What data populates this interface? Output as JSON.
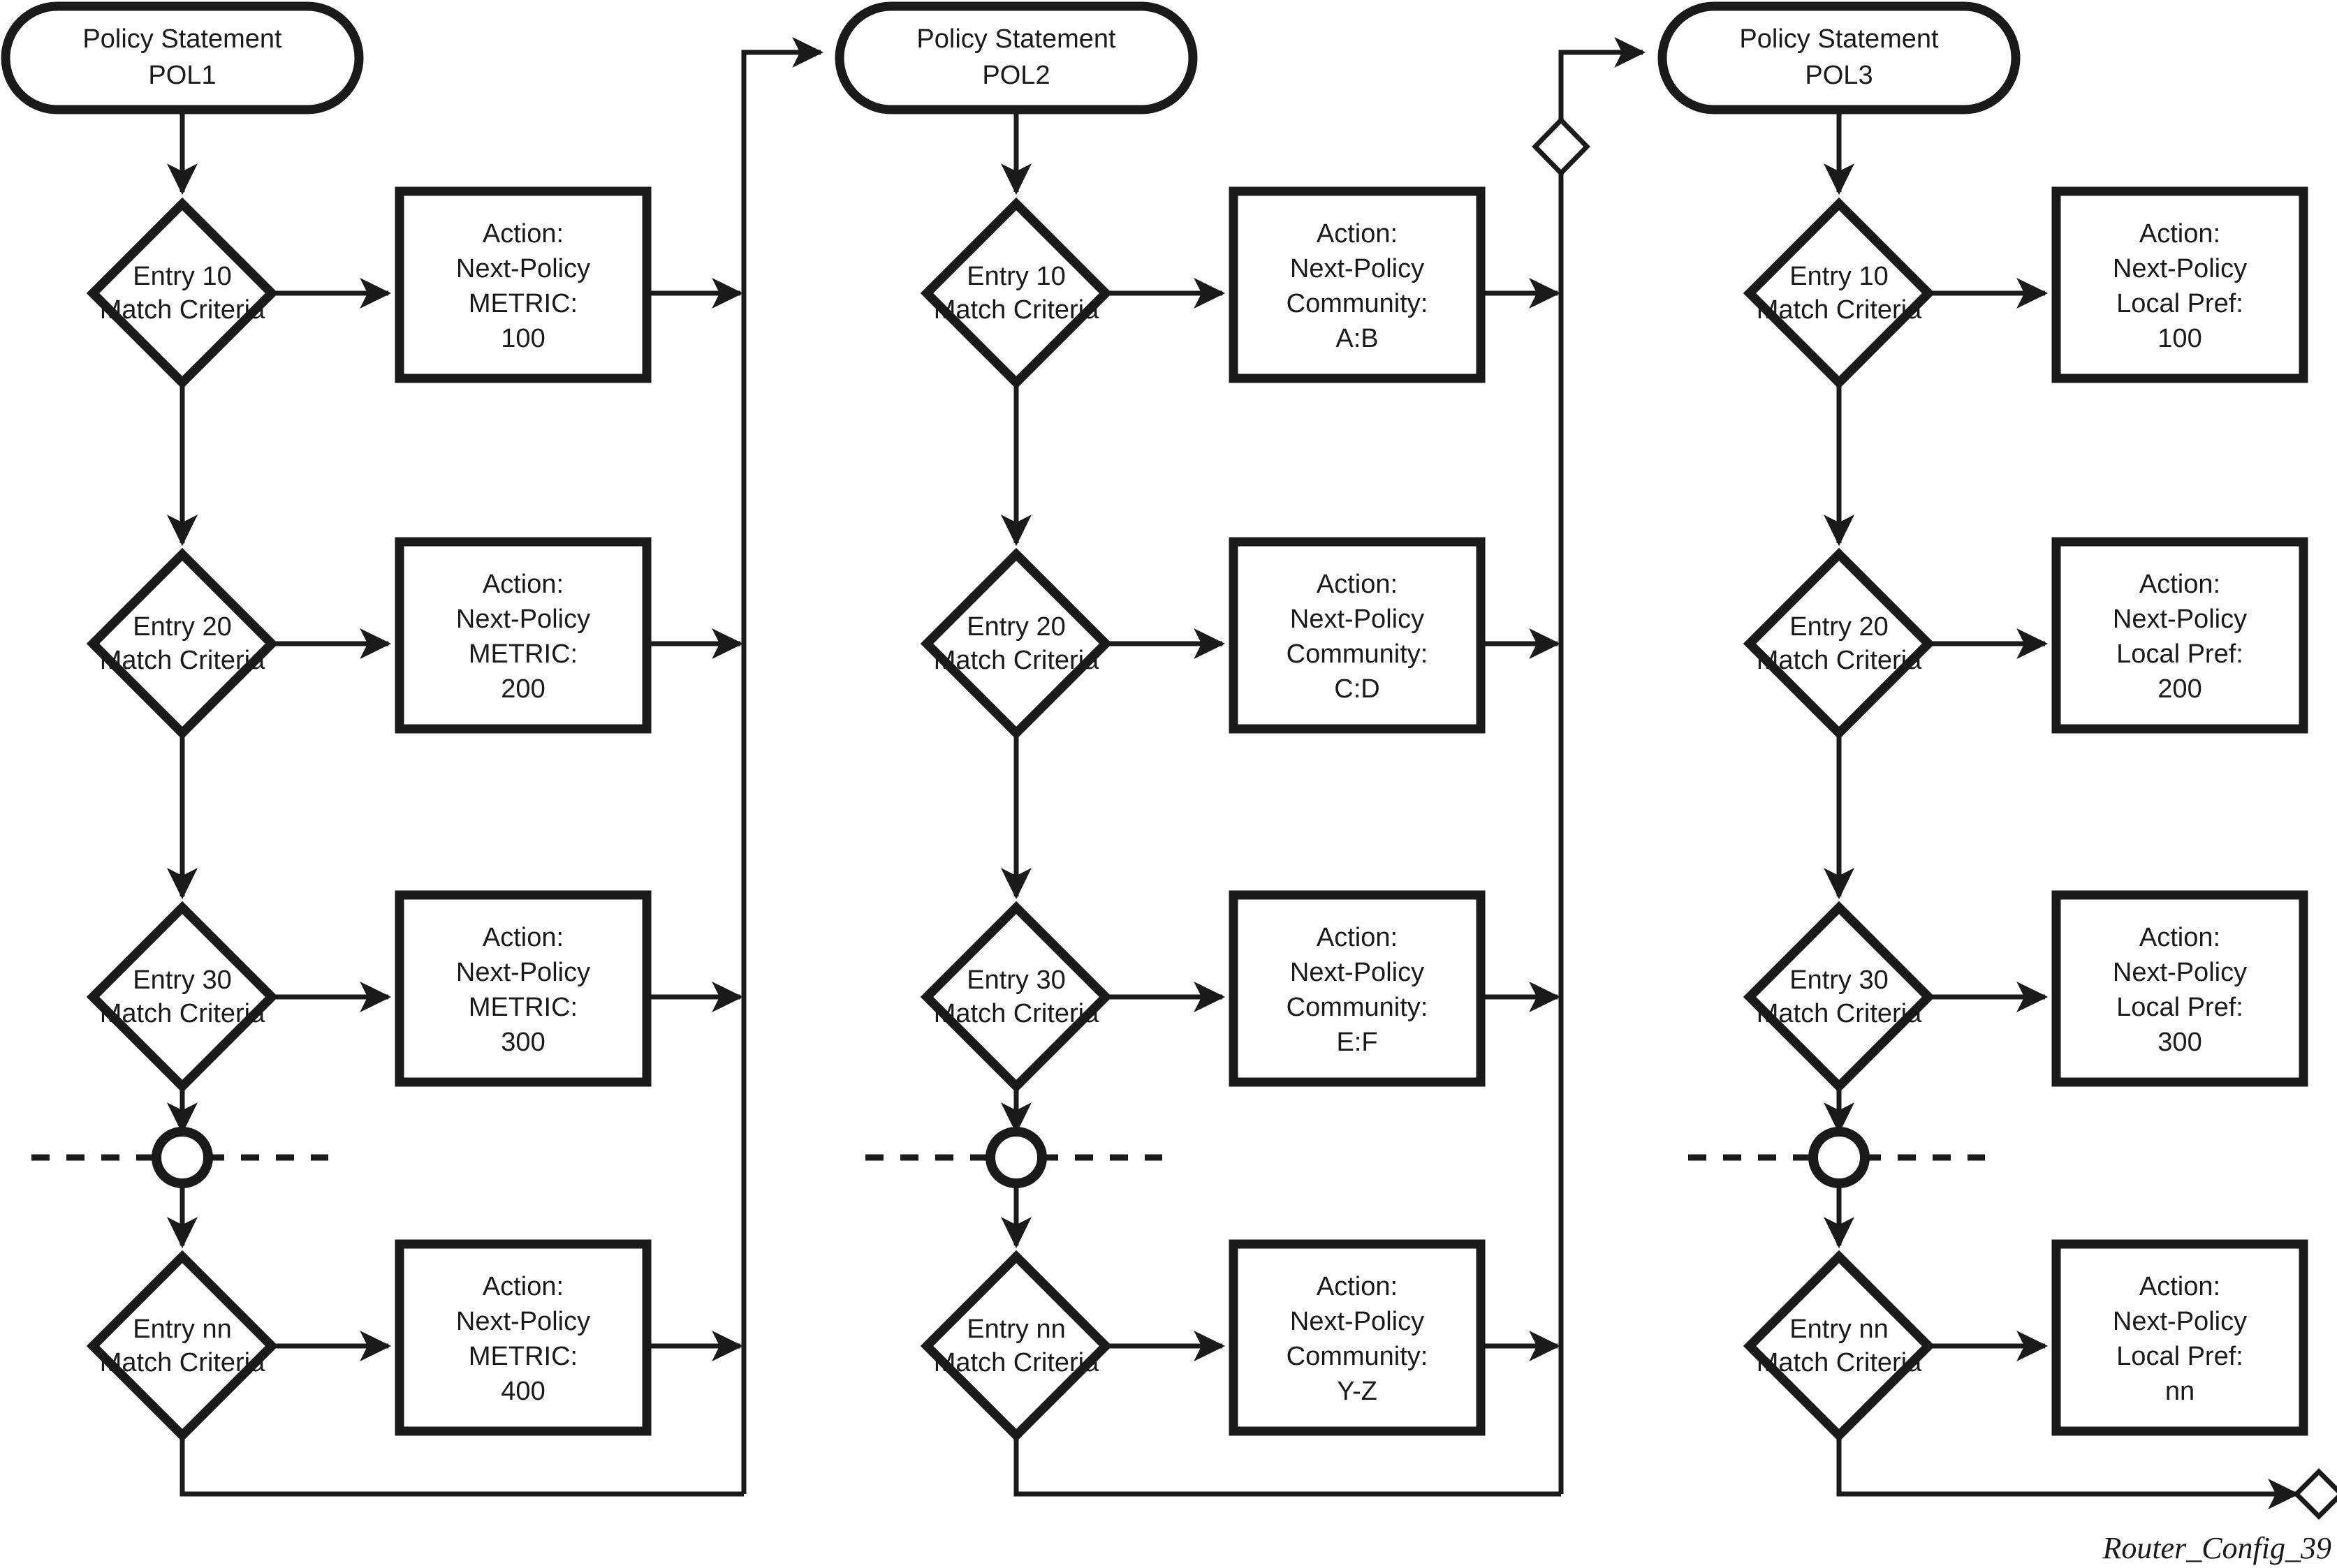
{
  "figure": {
    "label": "Router_Config_39",
    "background": "#ffffff",
    "ink": "#1a1a1a"
  },
  "columns": [
    {
      "id": "pol1",
      "policy": {
        "line1": "Policy Statement",
        "line2": "POL1"
      },
      "rows": [
        {
          "decision": {
            "line1": "Entry 10",
            "line2": "Match Criteria"
          },
          "action": {
            "line1": "Action:",
            "line2": "Next-Policy",
            "line3": "METRIC:",
            "line4": "100"
          }
        },
        {
          "decision": {
            "line1": "Entry 20",
            "line2": "Match Criteria"
          },
          "action": {
            "line1": "Action:",
            "line2": "Next-Policy",
            "line3": "METRIC:",
            "line4": "200"
          }
        },
        {
          "decision": {
            "line1": "Entry 30",
            "line2": "Match Criteria"
          },
          "action": {
            "line1": "Action:",
            "line2": "Next-Policy",
            "line3": "METRIC:",
            "line4": "300"
          }
        },
        {
          "decision": {
            "line1": "Entry nn",
            "line2": "Match Criteria"
          },
          "action": {
            "line1": "Action:",
            "line2": "Next-Policy",
            "line3": "METRIC:",
            "line4": "400"
          }
        }
      ]
    },
    {
      "id": "pol2",
      "policy": {
        "line1": "Policy Statement",
        "line2": "POL2"
      },
      "rows": [
        {
          "decision": {
            "line1": "Entry 10",
            "line2": "Match Criteria"
          },
          "action": {
            "line1": "Action:",
            "line2": "Next-Policy",
            "line3": "Community:",
            "line4": "A:B"
          }
        },
        {
          "decision": {
            "line1": "Entry 20",
            "line2": "Match Criteria"
          },
          "action": {
            "line1": "Action:",
            "line2": "Next-Policy",
            "line3": "Community:",
            "line4": "C:D"
          }
        },
        {
          "decision": {
            "line1": "Entry 30",
            "line2": "Match Criteria"
          },
          "action": {
            "line1": "Action:",
            "line2": "Next-Policy",
            "line3": "Community:",
            "line4": "E:F"
          }
        },
        {
          "decision": {
            "line1": "Entry nn",
            "line2": "Match Criteria"
          },
          "action": {
            "line1": "Action:",
            "line2": "Next-Policy",
            "line3": "Community:",
            "line4": "Y-Z"
          }
        }
      ]
    },
    {
      "id": "pol3",
      "policy": {
        "line1": "Policy Statement",
        "line2": "POL3"
      },
      "rows": [
        {
          "decision": {
            "line1": "Entry 10",
            "line2": "Match Criteria"
          },
          "action": {
            "line1": "Action:",
            "line2": "Next-Policy",
            "line3": "Local Pref:",
            "line4": "100"
          }
        },
        {
          "decision": {
            "line1": "Entry 20",
            "line2": "Match Criteria"
          },
          "action": {
            "line1": "Action:",
            "line2": "Next-Policy",
            "line3": "Local Pref:",
            "line4": "200"
          }
        },
        {
          "decision": {
            "line1": "Entry 30",
            "line2": "Match Criteria"
          },
          "action": {
            "line1": "Action:",
            "line2": "Next-Policy",
            "line3": "Local Pref:",
            "line4": "300"
          }
        },
        {
          "decision": {
            "line1": "Entry nn",
            "line2": "Match Criteria"
          },
          "action": {
            "line1": "Action:",
            "line2": "Next-Policy",
            "line3": "Local Pref:",
            "line4": "nn"
          }
        }
      ]
    }
  ]
}
